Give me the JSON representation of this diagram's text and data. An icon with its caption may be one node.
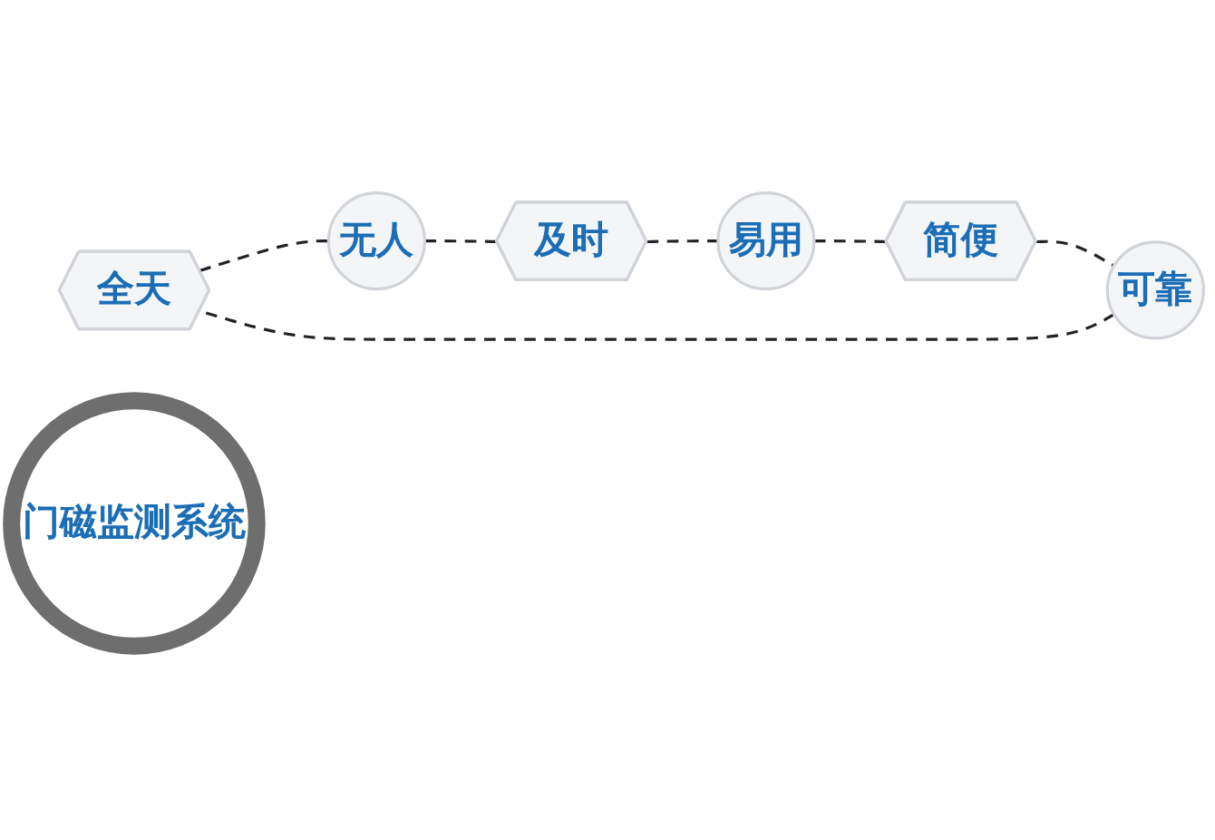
{
  "diagram": {
    "nodes": [
      {
        "text": [
          "全天"
        ]
      },
      {
        "text": [
          "可靠"
        ]
      },
      {
        "text": [
          "无人"
        ]
      },
      {
        "text": [
          "门磁监测系统"
        ]
      },
      {
        "text": [
          "简便"
        ]
      },
      {
        "text": [
          "及时"
        ]
      },
      {
        "text": [
          "易用"
        ]
      }
    ],
    "edges": [
      {
        "from": 0,
        "to": 2,
        "arrow": "none",
        "style": "dashed"
      },
      {
        "from": 2,
        "to": 5,
        "arrow": "none",
        "style": "dashed"
      },
      {
        "from": 5,
        "to": 6,
        "arrow": "none",
        "style": "dashed"
      },
      {
        "from": 6,
        "to": 4,
        "arrow": "none",
        "style": "dashed"
      },
      {
        "from": 4,
        "to": 1,
        "arrow": "none",
        "style": "dashed"
      },
      {
        "from": 1,
        "to": 0,
        "arrow": "none",
        "style": "dashed"
      }
    ]
  }
}
